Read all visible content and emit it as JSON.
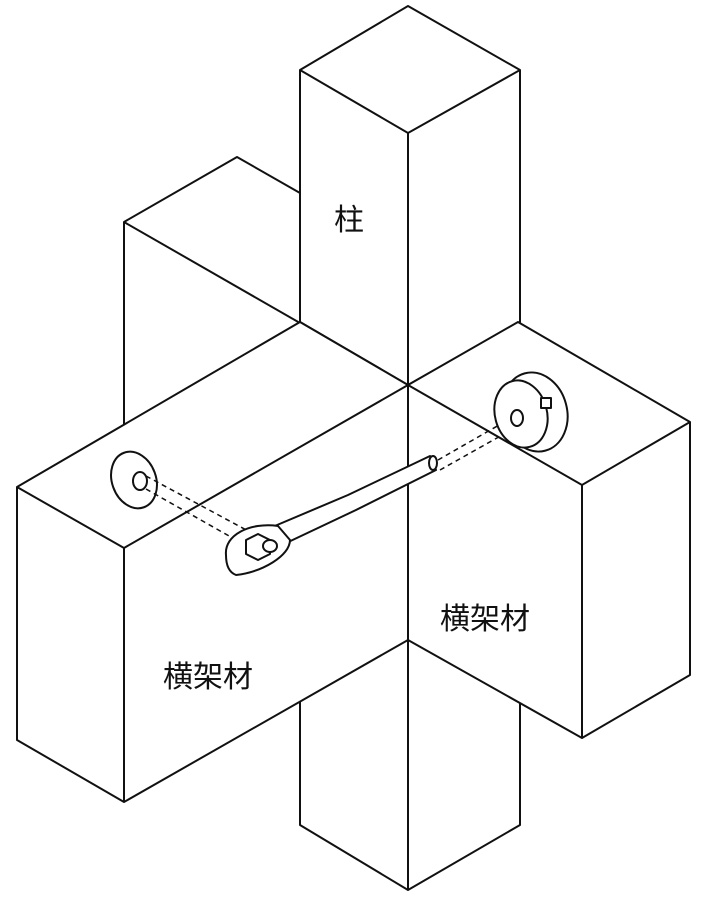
{
  "labels": {
    "column": "柱",
    "beam_left": "横架材",
    "beam_right": "横架材"
  }
}
